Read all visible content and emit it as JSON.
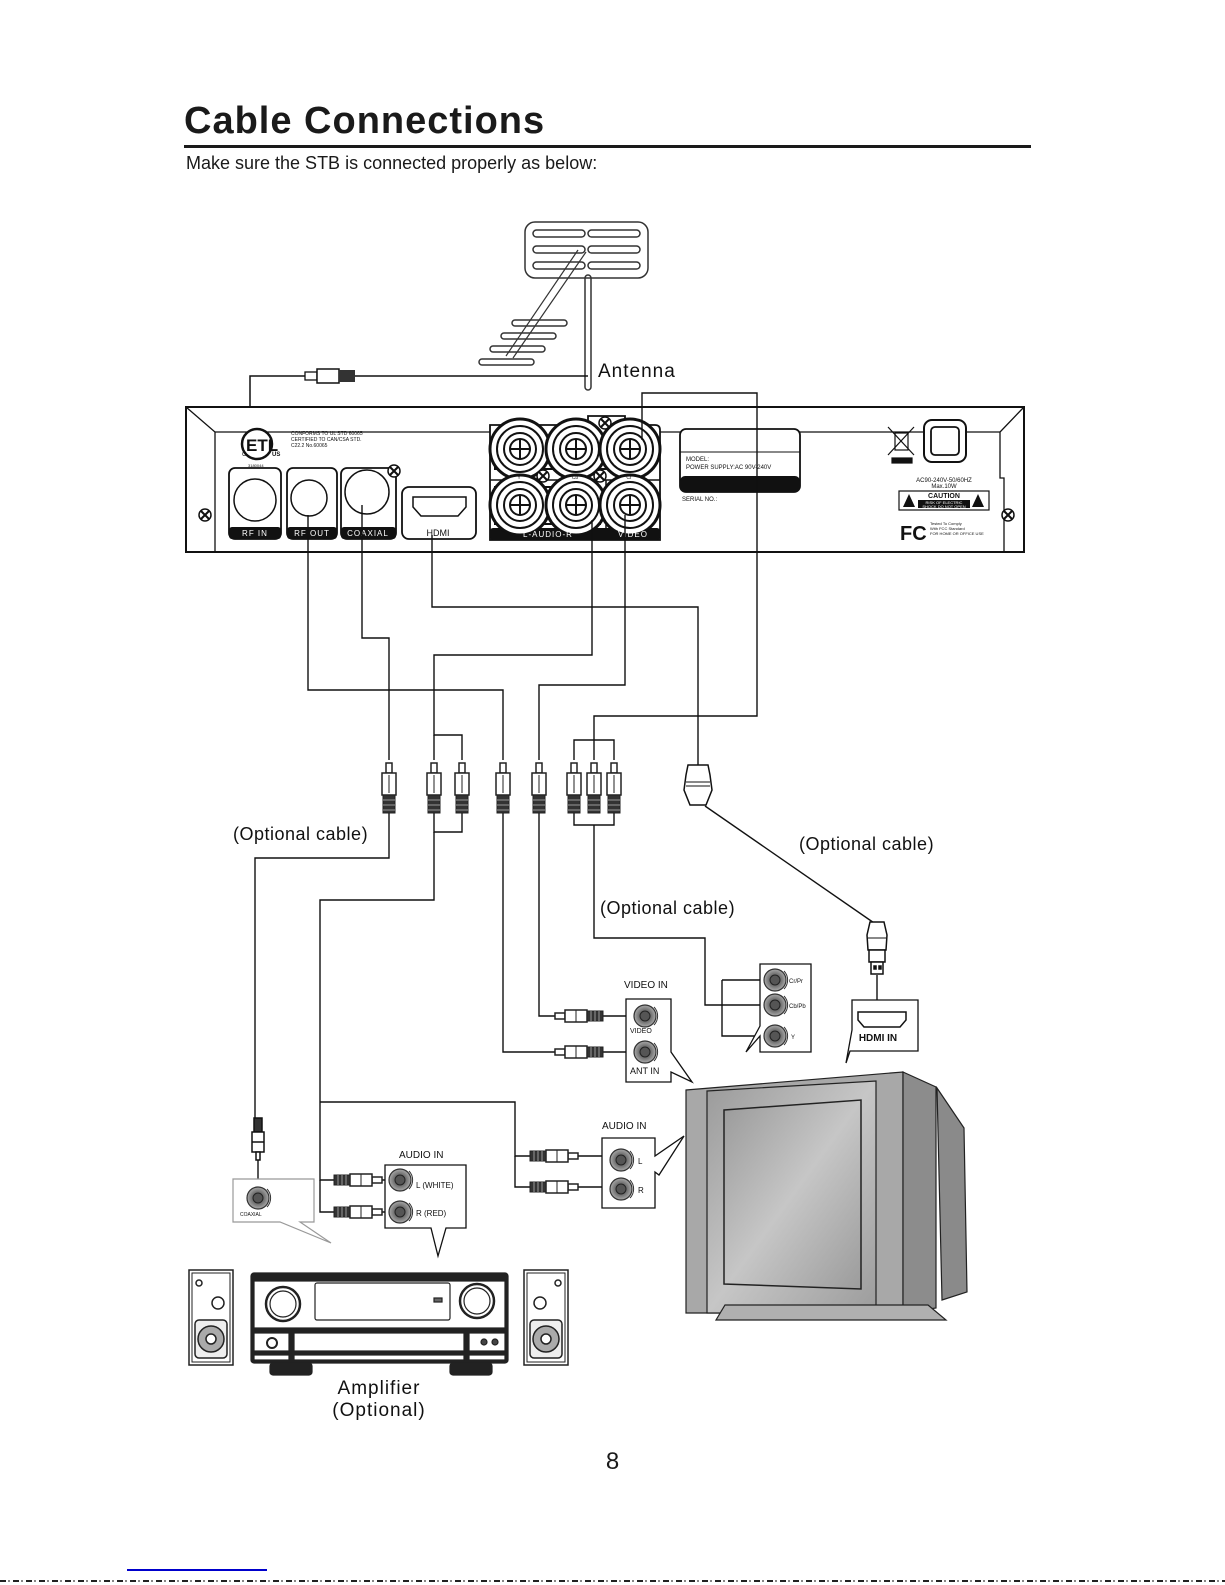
{
  "page": {
    "title": "Cable Connections",
    "subtitle": "Make sure the STB is connected properly as below:",
    "page_number": "8"
  },
  "labels": {
    "antenna": "Antenna",
    "optional_cable_left": "(Optional cable)",
    "optional_cable_right": "(Optional cable)",
    "optional_cable_center": "(Optional cable)",
    "amplifier": "Amplifier",
    "amplifier_optional": "(Optional)"
  },
  "stb_panel": {
    "etl_text": [
      "CONFORMS TO UL STD 60065",
      "CERTIFIED TO CAN/CSA STD.",
      "C22.2 No.60065"
    ],
    "etl_c": "C",
    "etl_us": "US",
    "etl_num": "3180044",
    "ports": {
      "rf_in": "RF IN",
      "rf_out": "RF OUT",
      "coaxial": "COAXIAL",
      "hdmi": "HDMI",
      "audio": "L-AUDIO-R",
      "video": "VIDEO",
      "y": "Y",
      "cb": "Cb",
      "cr": "Cr"
    },
    "label_model": "MODEL:",
    "label_power": "POWER SUPPLY:AC 90V-240V",
    "serial": "SERIAL NO.:",
    "ac_rating": "AC90-240V-50/60HZ",
    "max_power": "Max.10W",
    "caution_title": "CAUTION",
    "caution_line1": "RISK OF ELECTRIC",
    "caution_line2": "SHOCK DO NOT OPEN",
    "fcc_line1": "Tested To Comply",
    "fcc_line2": "With FCC Standard",
    "fcc_line3": "FOR HOME OR OFFICE USE"
  },
  "tv_inputs": {
    "video_in_title": "VIDEO IN",
    "video": "VIDEO",
    "ant_in": "ANT IN",
    "component": [
      "Cr/Pr",
      "Cb/Pb",
      "Y"
    ],
    "hdmi_in": "HDMI IN",
    "audio_in_title": "AUDIO IN",
    "audio_l": "L",
    "audio_r": "R"
  },
  "amp_inputs": {
    "coaxial": "COAXIAL",
    "audio_in_title": "AUDIO IN",
    "audio_l": "L (WHITE)",
    "audio_r": "R (RED)"
  }
}
